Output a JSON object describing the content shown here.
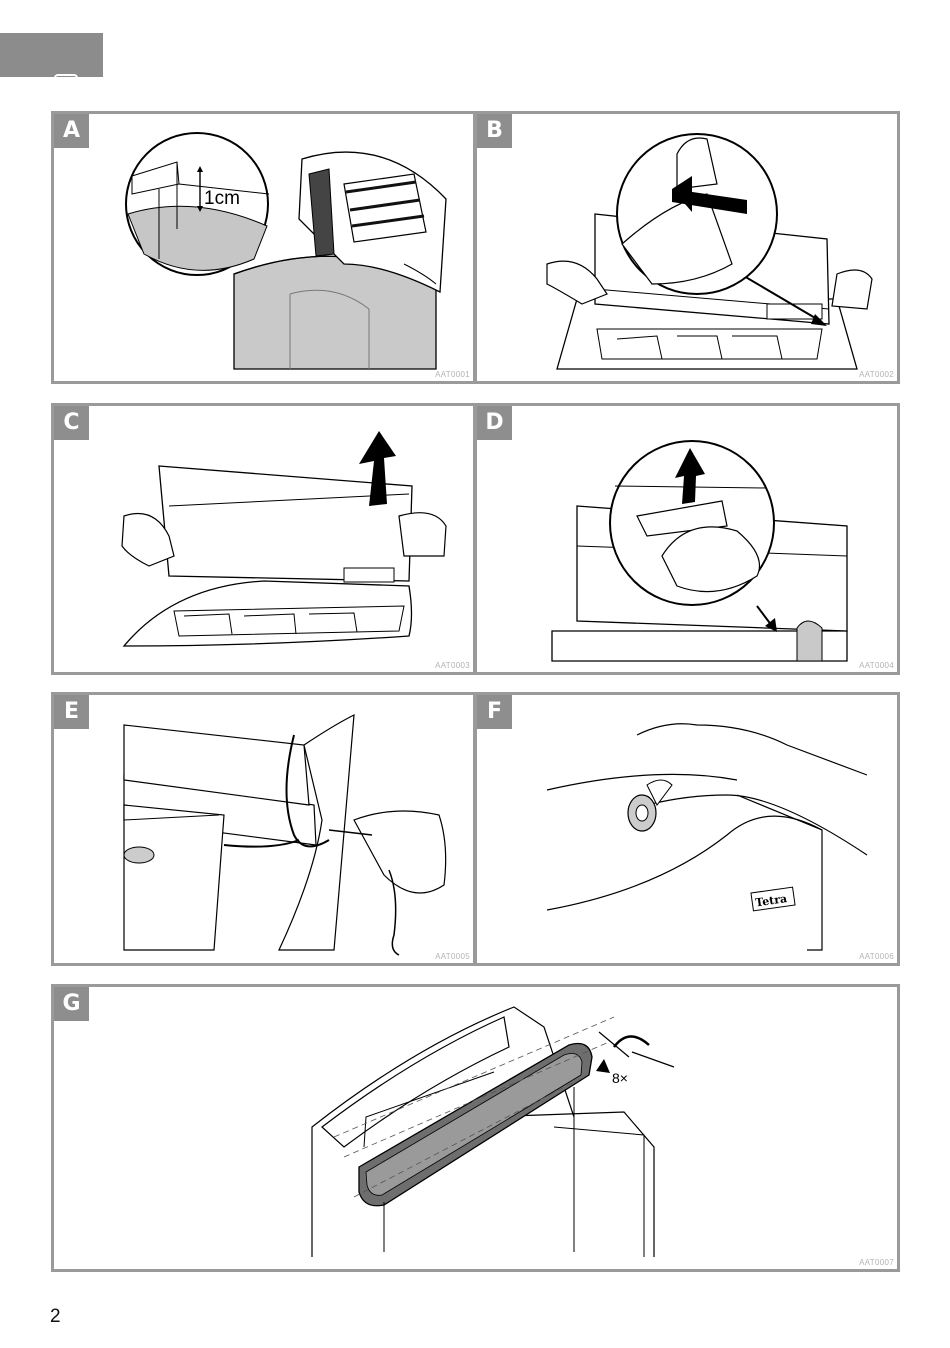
{
  "panels": [
    {
      "letter": "A",
      "code": "AAT0001",
      "measure": "1cm"
    },
    {
      "letter": "B",
      "code": "AAT0002"
    },
    {
      "letter": "C",
      "code": "AAT0003"
    },
    {
      "letter": "D",
      "code": "AAT0004"
    },
    {
      "letter": "E",
      "code": "AAT0005"
    },
    {
      "letter": "F",
      "code": "AAT0006",
      "brand": "Tetra"
    },
    {
      "letter": "G",
      "code": "AAT0007",
      "screw_count": "8×"
    }
  ],
  "page_number": "2",
  "colors": {
    "frame": "#9a9a9a",
    "label_bg": "#8e8e8e",
    "tab_bg": "#8c8c8c",
    "aquarium_gray": "#c9c9c9"
  }
}
